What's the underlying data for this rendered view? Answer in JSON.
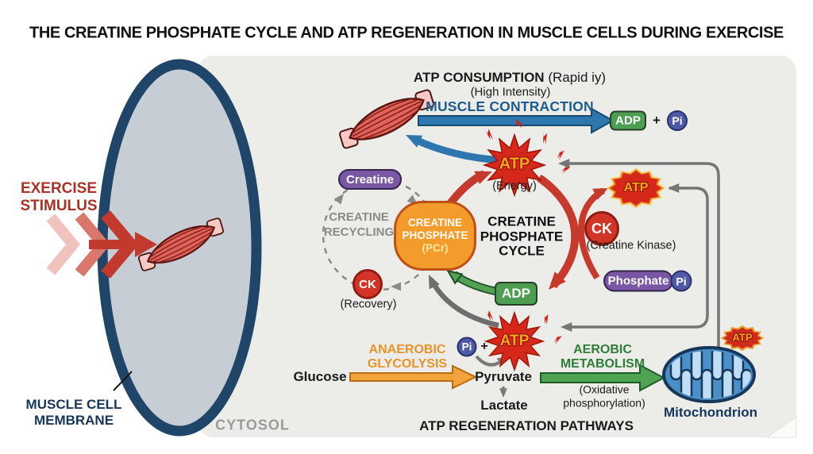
{
  "title": "THE CREATINE PHOSPHATE CYCLE AND ATP REGENERATION IN MUSCLE CELLS DURING EXERCISE",
  "left": {
    "stimulus_line1": "EXERCISE",
    "stimulus_line2": "STIMULUS",
    "membrane_line1": "MUSCLE CELL",
    "membrane_line2": "MEMBRANE",
    "cytosol": "CYTOSOL"
  },
  "top": {
    "atp_consumption": "ATP CONSUMPTION",
    "atp_consumption_note": "(Rapid iy)",
    "high_intensity": "(High Intensity)",
    "muscle_contraction": "MUSCLE CONTRACTION",
    "adp": "ADP",
    "plus": "+",
    "pi": "Pi"
  },
  "cycle": {
    "atp": "ATP",
    "energy": "(Energy)",
    "creatine": "Creatine",
    "recycling_line1": "CREATINE",
    "recycling_line2": "RECYCLING",
    "pcr_line1": "CREATINE",
    "pcr_line2": "PHOSPHATE",
    "pcr_line3": "(PCr)",
    "cycle_line1": "CREATINE",
    "cycle_line2": "PHOSPHATE",
    "cycle_line3": "CYCLE",
    "ck": "CK",
    "creatine_kinase": "(Creatine Kinase)",
    "recovery": "(Recovery)",
    "atp_right": "ATP",
    "phosphate": "Phosphate",
    "pi": "Pi",
    "adp": "ADP",
    "atp_bottom": "ATP",
    "pi_bottom": "Pi",
    "plus": "+"
  },
  "bottom": {
    "anaerobic_line1": "ANAEROBIC",
    "anaerobic_line2": "GLYCOLYSIS",
    "glucose": "Glucose",
    "pyruvate": "Pyruvate",
    "lactate": "Lactate",
    "aerobic_line1": "AEROBIC",
    "aerobic_line2": "METABOLISM",
    "oxidative_line1": "(Oxidative",
    "oxidative_line2": "phosphorylation)",
    "pathways": "ATP REGENERATION PATHWAYS",
    "mitochondrion": "Mitochondrion",
    "atp_mito": "ATP"
  },
  "colors": {
    "panel": "#ECECE8",
    "membrane": "#1F4568",
    "cell_fill": "#C7CDD4",
    "red_accent": "#C63A2D",
    "starburst_red": "#D6271B",
    "atp_text": "#F6A41C",
    "blue_arrow": "#2E76AE",
    "green_badge": "#4D9E51",
    "purple_badge": "#7A57A5",
    "pi_blue": "#4F5AA7",
    "pcr_orange": "#F39C2B",
    "ck_red": "#D23527",
    "anaerobic_orange": "#E8922A",
    "aerobic_green": "#2E7D3A",
    "gray_line": "#757575",
    "mito_blue": "#4A8FC7"
  }
}
